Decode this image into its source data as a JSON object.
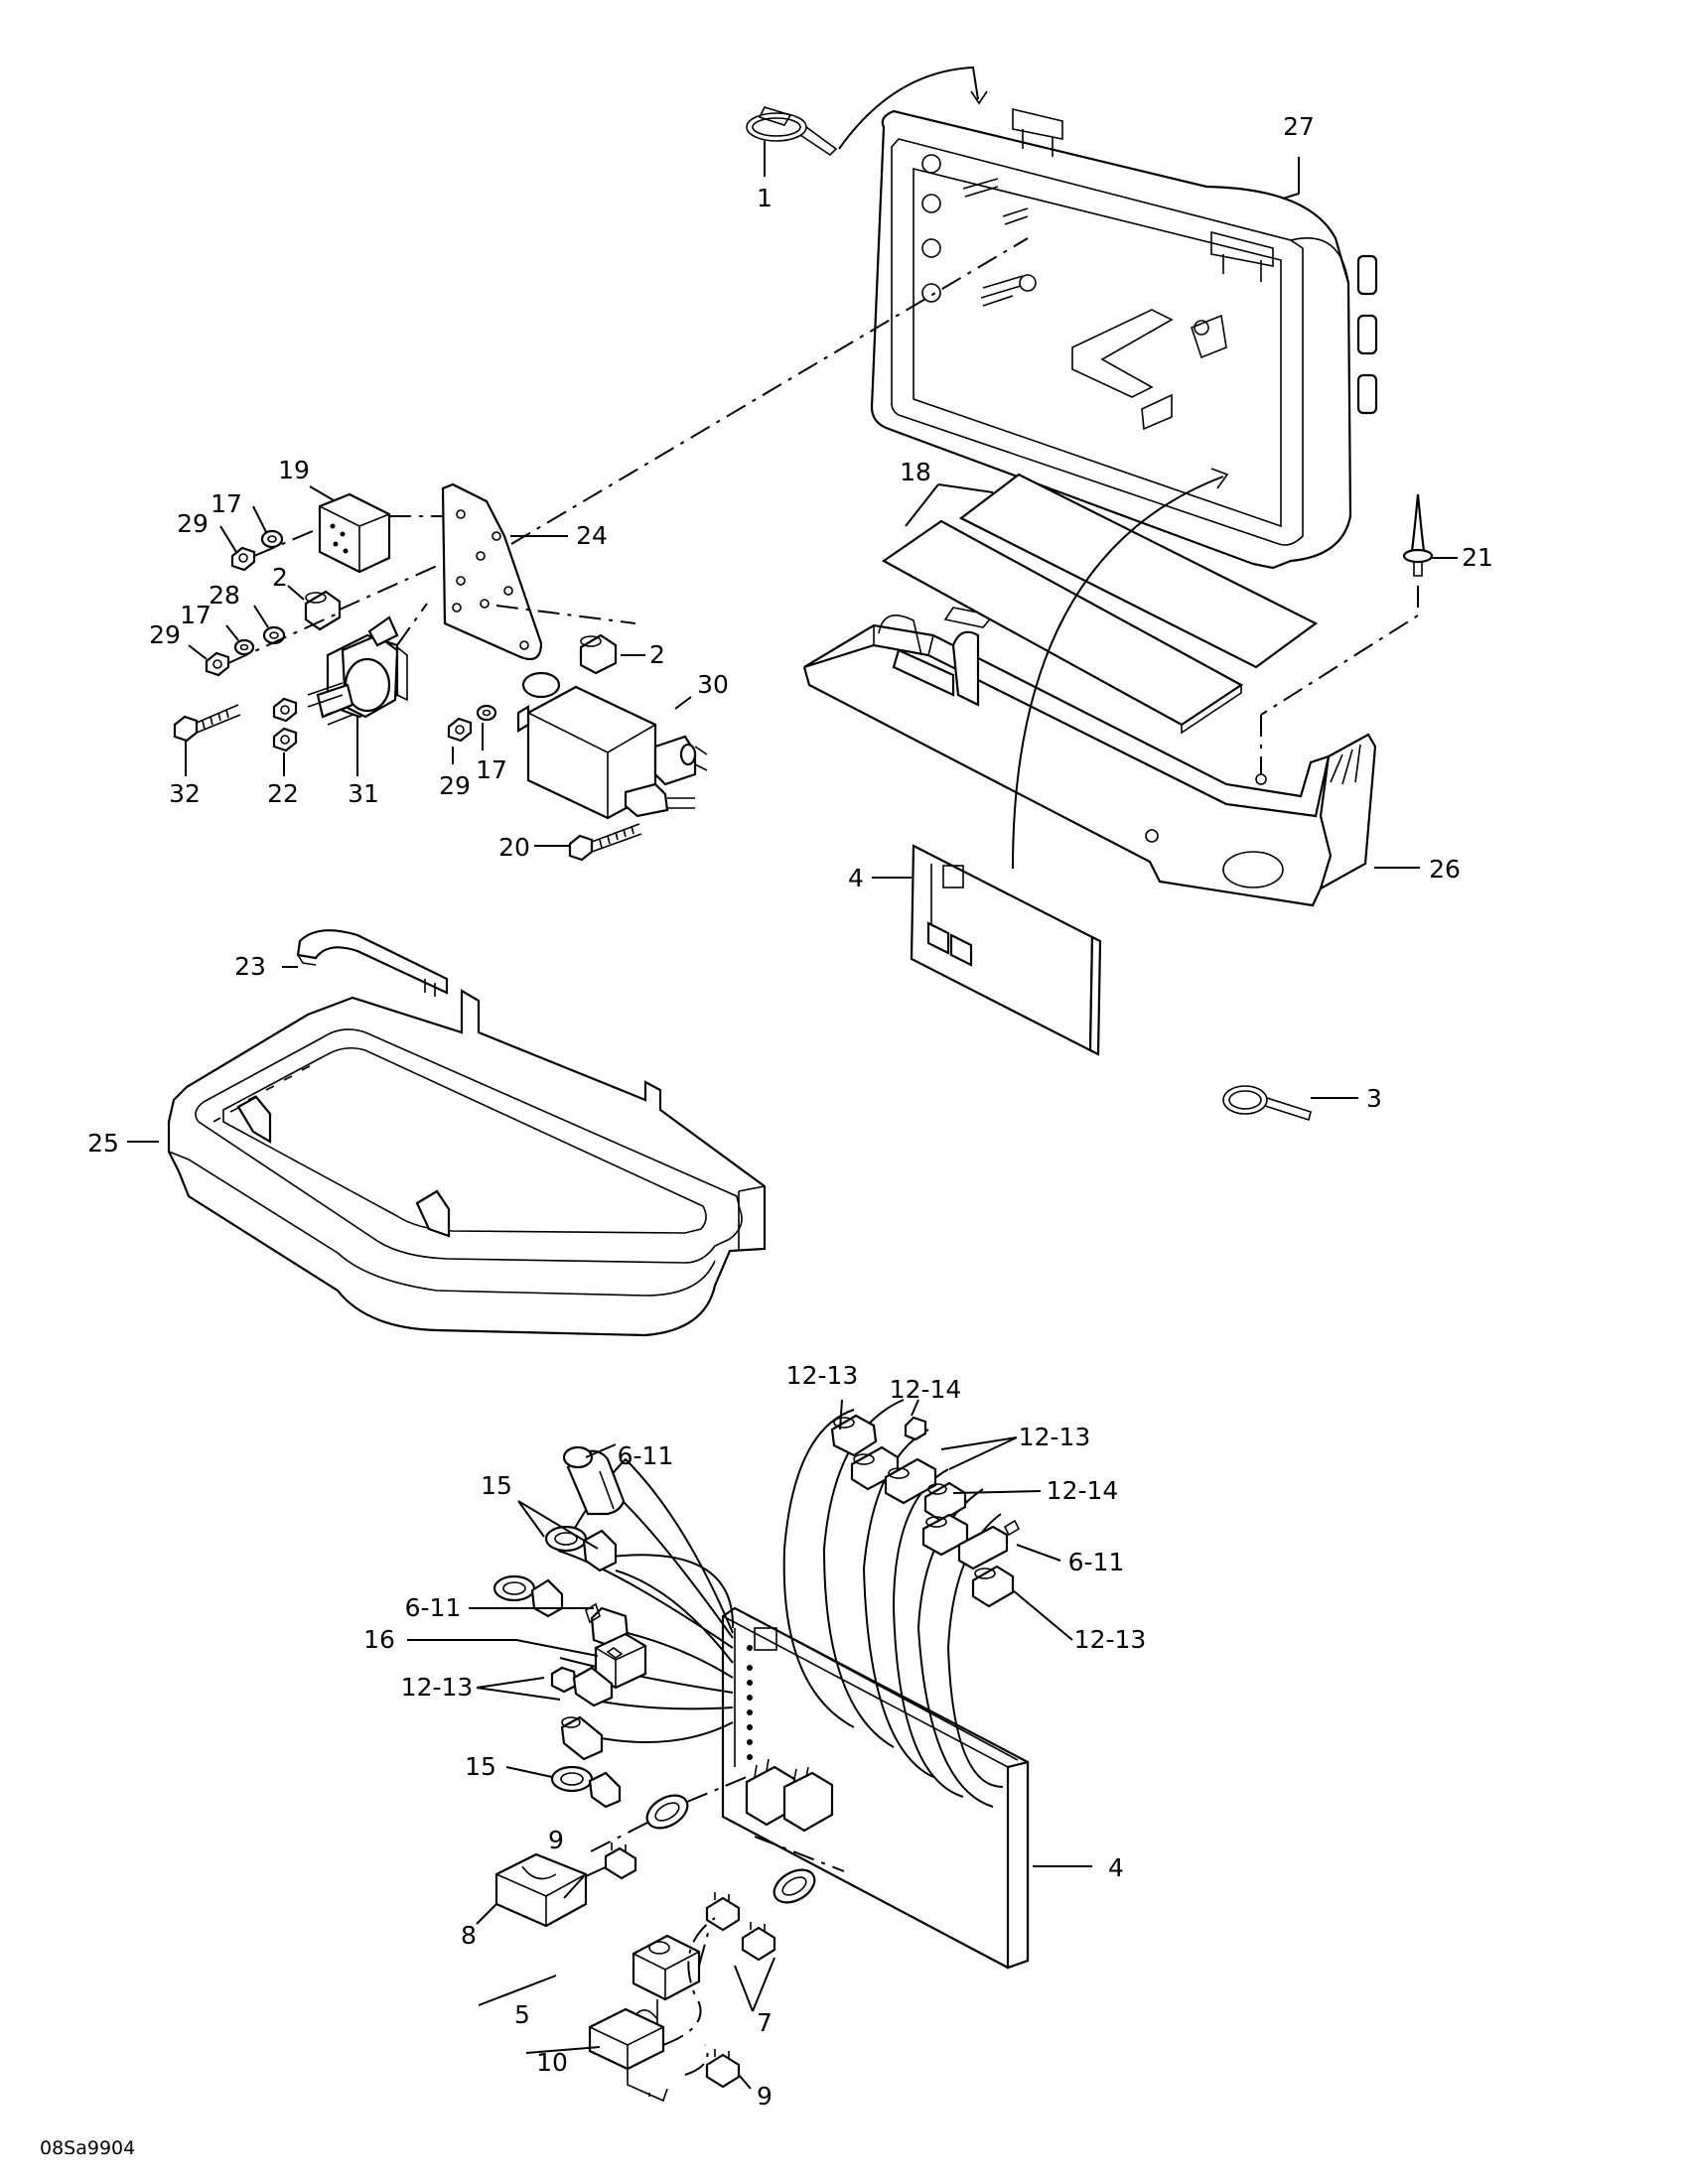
{
  "diagram": {
    "reference": "08Sa9904",
    "callouts": {
      "c1": "1",
      "c2a": "2",
      "c2b": "2",
      "c3": "3",
      "c4a": "4",
      "c4b": "4",
      "c5": "5",
      "c6_11a": "6-11",
      "c6_11b": "6-11",
      "c6_11c": "6-11",
      "c7": "7",
      "c8": "8",
      "c9a": "9",
      "c9b": "9",
      "c10": "10",
      "c12_13a": "12-13",
      "c12_13b": "12-13",
      "c12_13c": "12-13",
      "c12_13d": "12-13",
      "c12_14a": "12-14",
      "c12_14b": "12-14",
      "c15a": "15",
      "c15b": "15",
      "c16": "16",
      "c17a": "17",
      "c17b": "17",
      "c17c": "17",
      "c18": "18",
      "c19": "19",
      "c20": "20",
      "c21": "21",
      "c22": "22",
      "c23": "23",
      "c24": "24",
      "c25": "25",
      "c26": "26",
      "c27": "27",
      "c28": "28",
      "c29a": "29",
      "c29b": "29",
      "c29c": "29",
      "c30": "30",
      "c31": "31",
      "c32": "32"
    }
  }
}
